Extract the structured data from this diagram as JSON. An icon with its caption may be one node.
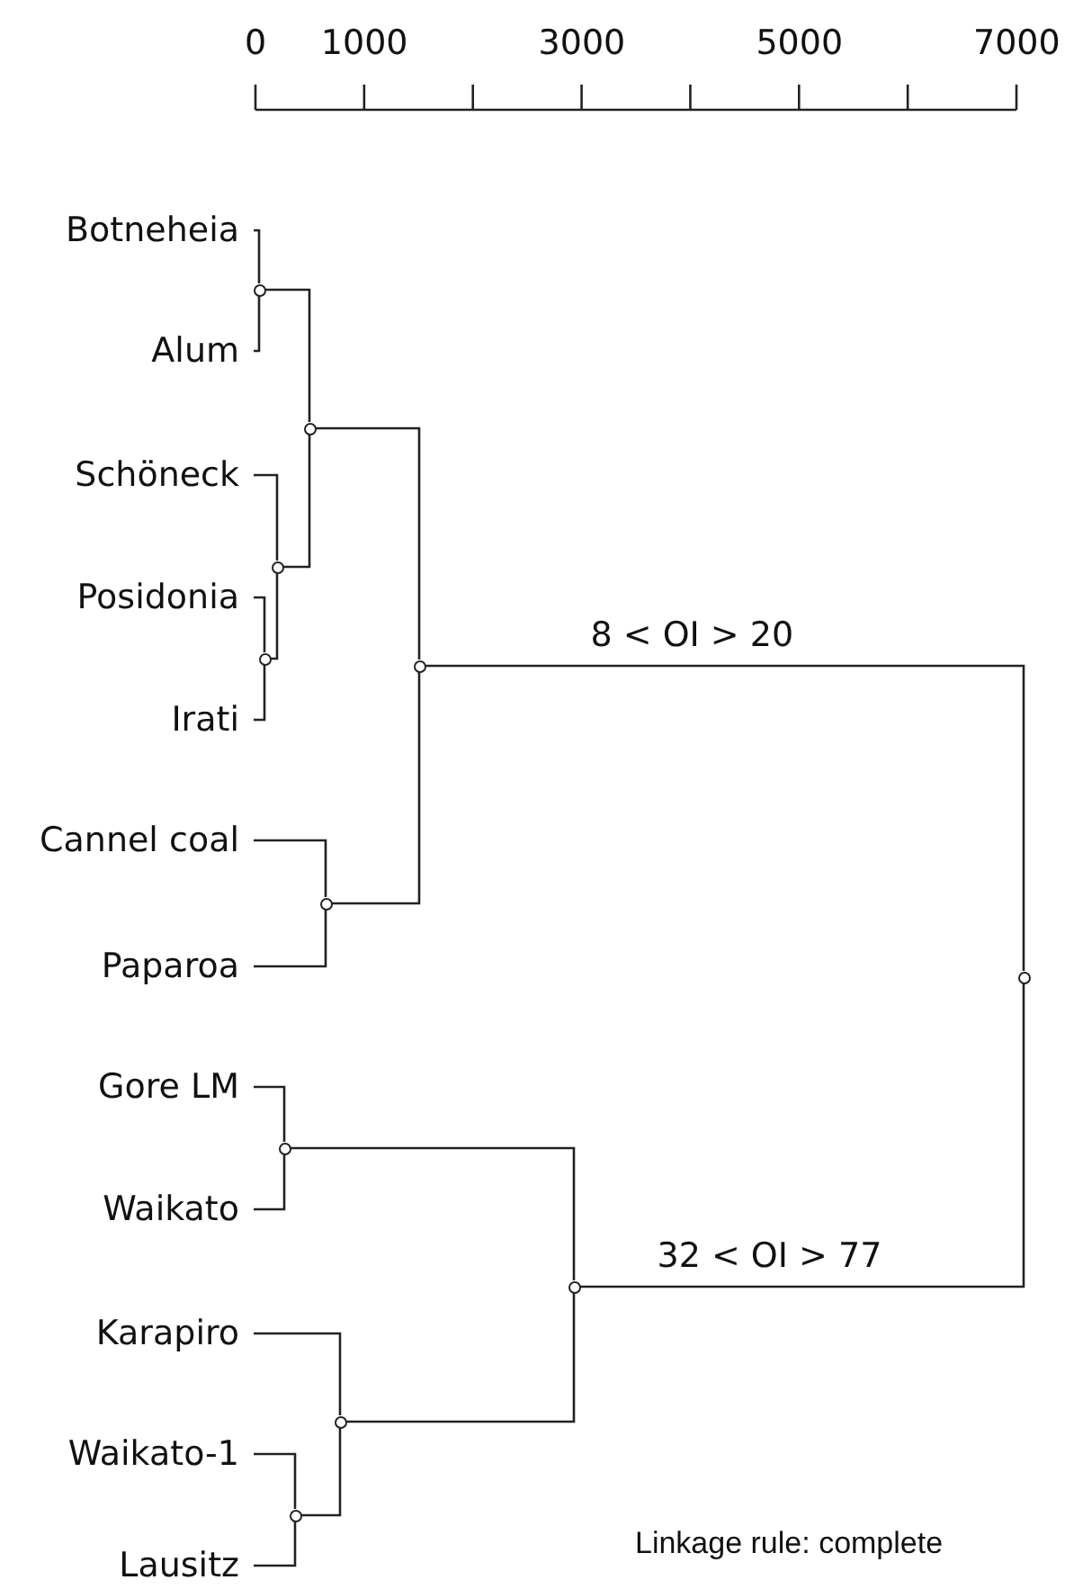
{
  "diagram": {
    "nodes": [
      {
        "text": [
          "Botneheia"
        ]
      },
      {
        "text": [
          "Alum"
        ]
      },
      {
        "text": [
          "Schöneck"
        ]
      },
      {
        "text": [
          "Posidonia"
        ]
      },
      {
        "text": [
          "Irati"
        ]
      },
      {
        "text": [
          "Cannel coal"
        ]
      },
      {
        "text": [
          "Paparoa"
        ]
      },
      {
        "text": [
          "Gore LM"
        ]
      },
      {
        "text": [
          "Waikato"
        ]
      },
      {
        "text": [
          "Karapiro"
        ]
      },
      {
        "text": [
          "Waikato-1"
        ]
      },
      {
        "text": [
          "Lausitz"
        ]
      },
      {
        "text": [],
        "shape": "circle"
      },
      {
        "text": [],
        "shape": "circle"
      },
      {
        "text": [],
        "shape": "circle"
      },
      {
        "text": [],
        "shape": "circle"
      },
      {
        "text": [],
        "shape": "circle"
      },
      {
        "text": [],
        "shape": "circle"
      },
      {
        "text": [],
        "shape": "circle"
      },
      {
        "text": [],
        "shape": "circle"
      },
      {
        "text": [],
        "shape": "circle"
      },
      {
        "text": [],
        "shape": "circle"
      },
      {
        "text": [],
        "shape": "circle"
      }
    ],
    "edges": [
      {
        "from": 0,
        "to": 12,
        "arrow": "none"
      },
      {
        "from": 1,
        "to": 12,
        "arrow": "none"
      },
      {
        "from": 2,
        "to": 14,
        "arrow": "none"
      },
      {
        "from": 3,
        "to": 15,
        "arrow": "none"
      },
      {
        "from": 4,
        "to": 15,
        "arrow": "none"
      },
      {
        "from": 15,
        "to": 14,
        "arrow": "none"
      },
      {
        "from": 12,
        "to": 13,
        "arrow": "none"
      },
      {
        "from": 14,
        "to": 13,
        "arrow": "none"
      },
      {
        "from": 5,
        "to": 17,
        "arrow": "none"
      },
      {
        "from": 6,
        "to": 17,
        "arrow": "none"
      },
      {
        "from": 13,
        "to": 16,
        "arrow": "none"
      },
      {
        "from": 17,
        "to": 16,
        "arrow": "none"
      },
      {
        "from": 16,
        "to": 18,
        "arrow": "none",
        "label": "8 < OI > 20"
      },
      {
        "from": 7,
        "to": 19,
        "arrow": "none"
      },
      {
        "from": 8,
        "to": 19,
        "arrow": "none"
      },
      {
        "from": 9,
        "to": 21,
        "arrow": "none"
      },
      {
        "from": 10,
        "to": 22,
        "arrow": "none"
      },
      {
        "from": 11,
        "to": 22,
        "arrow": "none"
      },
      {
        "from": 22,
        "to": 21,
        "arrow": "none"
      },
      {
        "from": 19,
        "to": 20,
        "arrow": "none"
      },
      {
        "from": 21,
        "to": 20,
        "arrow": "none"
      },
      {
        "from": 20,
        "to": 18,
        "arrow": "none",
        "label": "32 < OI > 77"
      }
    ],
    "labels": [
      "0",
      "1000",
      "3000",
      "5000",
      "7000",
      "Linkage rule: complete"
    ]
  }
}
